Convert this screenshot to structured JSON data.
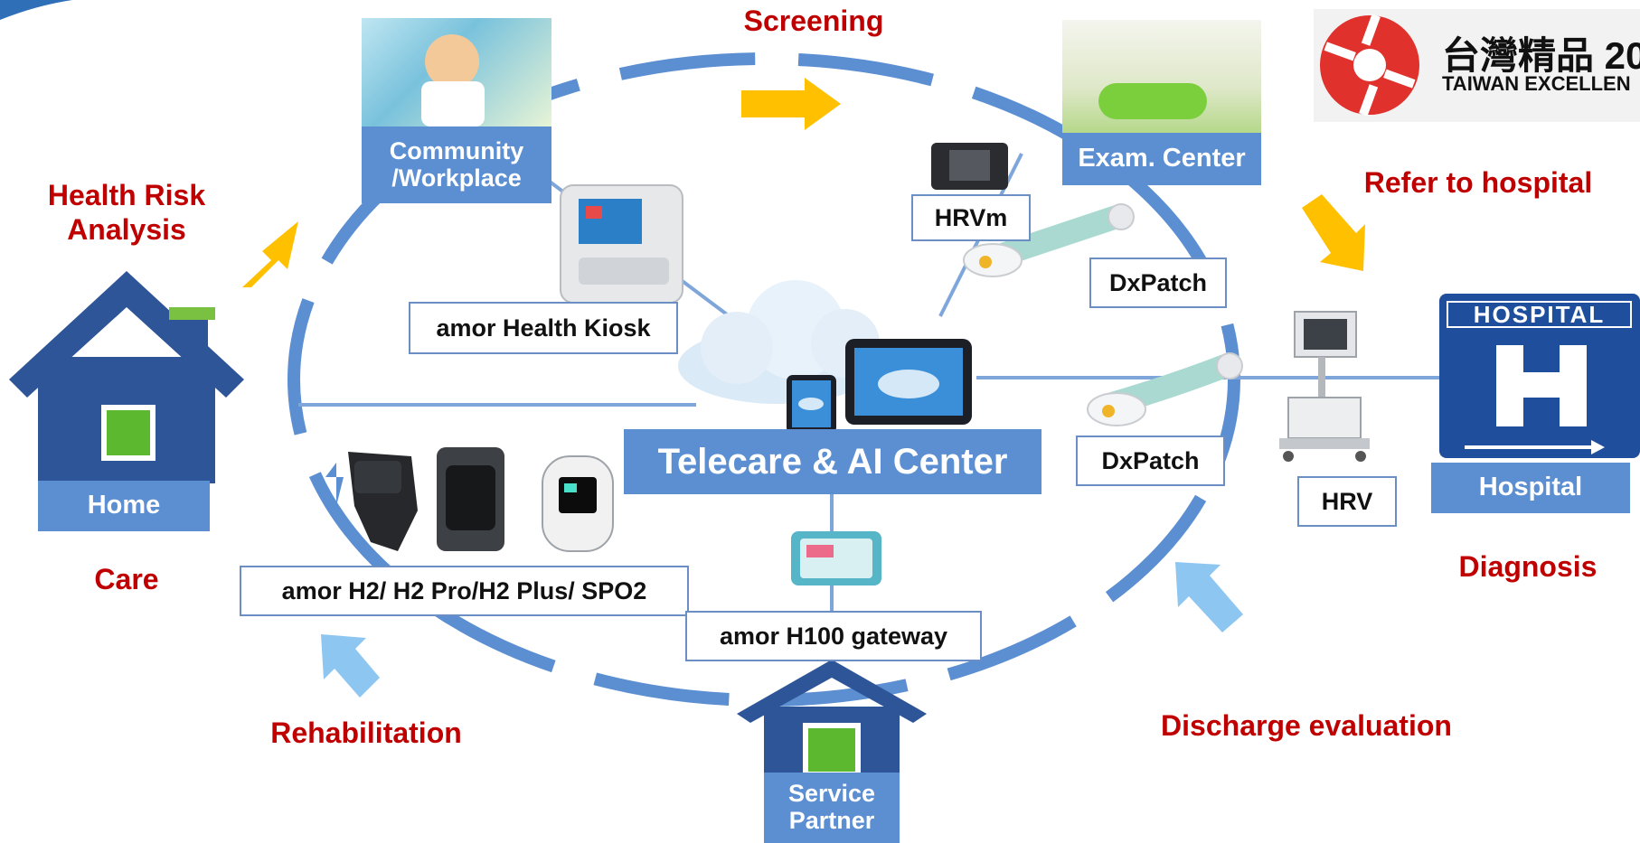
{
  "labels": {
    "screening": "Screening",
    "health_risk": "Health Risk\nAnalysis",
    "refer": "Refer to hospital",
    "care": "Care",
    "diagnosis": "Diagnosis",
    "rehabilitation": "Rehabilitation",
    "discharge": "Discharge evaluation"
  },
  "nodes": {
    "community": "Community\n/Workplace",
    "exam_center": "Exam. Center",
    "home": "Home",
    "hospital": "Hospital",
    "service_partner": "Service\nPartner",
    "telecare": "Telecare & AI Center"
  },
  "devices": {
    "kiosk": "amor Health Kiosk",
    "hrvm": "HRVm",
    "dxpatch_top": "DxPatch",
    "dxpatch_mid": "DxPatch",
    "hrv": "HRV",
    "wearables": "amor H2/ H2 Pro/H2 Plus/ SPO2",
    "gateway": "amor H100 gateway"
  },
  "badge": {
    "chinese": "台灣精品 20",
    "english": "TAIWAN EXCELLEN"
  },
  "hospital_sign": "HOSPITAL",
  "hospital_letter": "H",
  "colors": {
    "loop": "#5b8fd2",
    "label_red": "#c00000",
    "arrow_yellow": "#ffc000",
    "arrow_lightblue": "#8ec6f2",
    "house_blue": "#2e5597",
    "window_green": "#5cb82f",
    "hospital_sign_blue": "#1f4e9c"
  }
}
